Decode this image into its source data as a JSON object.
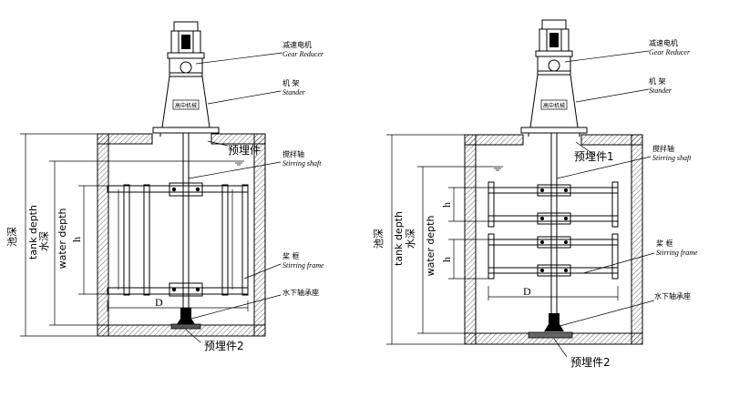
{
  "colors": {
    "line": "#000000",
    "background": "#ffffff"
  },
  "icons": [
    "gear-reducer-motor-icon",
    "water-level-icon",
    "bearing-seat-icon"
  ],
  "left": {
    "gear_reducer_cn": "减速电机",
    "gear_reducer_en": "Gear Reducer",
    "stander_cn": "机 架",
    "stander_en": "Stander",
    "plate_text": "高中机械",
    "embedded_part_1": "预埋件",
    "stirring_shaft_cn": "搅拌轴",
    "stirring_shaft_en": "Stirring shaft",
    "stirring_frame_cn": "桨 框",
    "stirring_frame_en": "Stirring frame",
    "bearing_seat_cn": "水下轴承座",
    "embedded_part_2": "预埋件2",
    "tank_depth_cn": "池深",
    "tank_depth_en": "tank depth",
    "water_depth_cn": "水深",
    "water_depth_en": "water depth",
    "dim_h": "h",
    "dim_d": "D"
  },
  "right": {
    "gear_reducer_cn": "减速电机",
    "gear_reducer_en": "Gear Reducer",
    "stander_cn": "机 架",
    "stander_en": "Stander",
    "plate_text": "高中机械",
    "embedded_part_1": "预埋件1",
    "stirring_shaft_cn": "搅拌轴",
    "stirring_shaft_en": "Stirring shaft",
    "stirring_frame_cn": "桨 框",
    "stirring_frame_en": "Stirring frame",
    "bearing_seat_cn": "水下轴承座",
    "embedded_part_2": "预埋件2",
    "tank_depth_cn": "池深",
    "tank_depth_en": "tank depth",
    "water_depth_cn": "水深",
    "water_depth_en": "water depth",
    "dim_h1": "h",
    "dim_h2": "h",
    "dim_d": "D"
  }
}
